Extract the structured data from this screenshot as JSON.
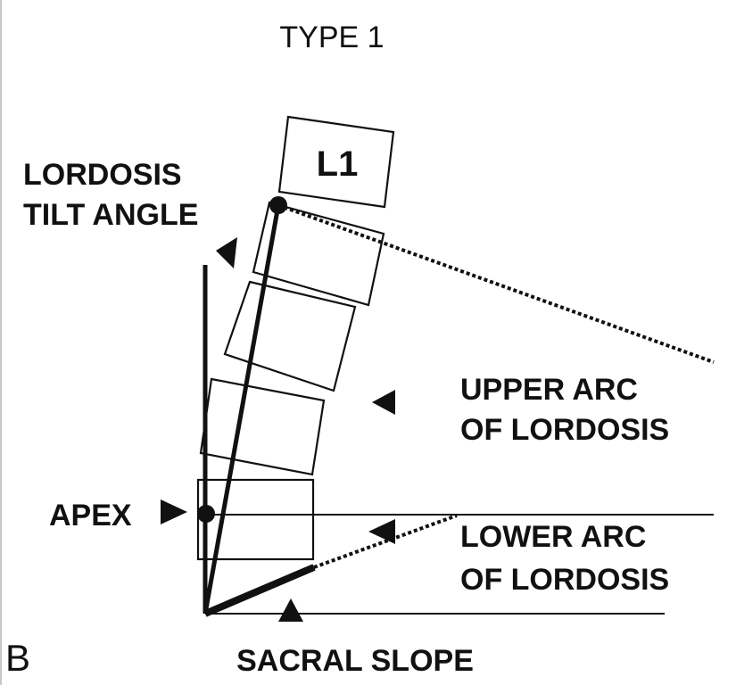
{
  "title": "TYPE 1",
  "vertebra_label": "L1",
  "labels": {
    "tilt_line1": "LORDOSIS",
    "tilt_line2": "TILT ANGLE",
    "apex": "APEX",
    "upper_arc_line1": "UPPER ARC",
    "upper_arc_line2": "OF LORDOSIS",
    "lower_arc_line1": "LOWER ARC",
    "lower_arc_line2": "OF LORDOSIS",
    "sacral_slope": "SACRAL SLOPE"
  },
  "panel_letter": "B",
  "colors": {
    "ink": "#111111",
    "background": "#ffffff"
  }
}
